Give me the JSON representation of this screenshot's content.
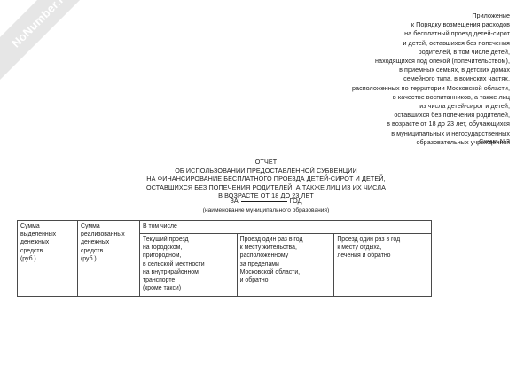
{
  "watermark": {
    "text": "NoNumber.ru"
  },
  "appendix": {
    "lines": [
      "Приложение",
      "к Порядку возмещения расходов",
      "на бесплатный проезд детей-сирот",
      "и детей, оставшихся без попечения",
      "родителей, в том числе детей,",
      "находящихся под опекой (попечительством),",
      "в приемных семьях, в детских домах",
      "семейного типа, в воинских частях,",
      "расположенных по территории Московской области,",
      "в качестве воспитанников, а также лиц",
      "из числа детей-сирот и детей,",
      "оставшихся без попечения родителей,",
      "в возрасте от 18 до 23 лет, обучающихся",
      "в муниципальных и негосударственных",
      "образовательных учреждениях"
    ]
  },
  "scheme": {
    "label": "Схема N 3"
  },
  "title": {
    "lines": [
      "ОТЧЕТ",
      "ОБ ИСПОЛЬЗОВАНИИ ПРЕДОСТАВЛЕННОЙ СУБВЕНЦИИ",
      "НА ФИНАНСИРОВАНИЕ БЕСПЛАТНОГО ПРОЕЗДА ДЕТЕЙ-СИРОТ И ДЕТЕЙ,",
      "ОСТАВШИХСЯ БЕЗ ПОПЕЧЕНИЯ РОДИТЕЛЕЙ, А ТАКЖЕ ЛИЦ ИЗ ИХ ЧИСЛА",
      "В ВОЗРАСТЕ ОТ 18 ДО 23 ЛЕТ"
    ]
  },
  "year_line": {
    "prefix": "ЗА",
    "blank_value": "",
    "suffix": "ГОД"
  },
  "municipality": {
    "value": "",
    "caption": "(наименование муниципального образования)"
  },
  "table": {
    "col1": {
      "lines": [
        "Сумма",
        "выделенных",
        "денежных",
        "средств",
        "(руб.)"
      ]
    },
    "col2": {
      "lines": [
        "Сумма",
        "реализованных",
        "денежных",
        "средств",
        "(руб.)"
      ]
    },
    "group_header": "В том числе",
    "col3": {
      "lines": [
        "Текущий проезд",
        "на городском,",
        "пригородном,",
        "в сельской местности",
        "на внутрирайонном",
        "транспорте",
        "(кроме такси)"
      ]
    },
    "col4": {
      "lines": [
        "Проезд один раз в год",
        "к месту жительства,",
        "расположенному",
        "за пределами",
        "Московской области,",
        "и обратно"
      ]
    },
    "col5": {
      "lines": [
        "Проезд один раз в год",
        "к месту отдыха,",
        "лечения и обратно"
      ]
    }
  },
  "colors": {
    "text": "#1b1b1b",
    "border": "#4a4a4a",
    "watermark_band": "#e6e6e6",
    "page": "#ffffff"
  }
}
